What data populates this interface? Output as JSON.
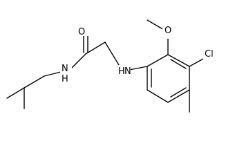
{
  "structure": {
    "atom_labels": {
      "carbonyl_oxygen": "O",
      "amide_nitrogen": "N",
      "amide_hydrogen": "H",
      "amine_nitrogen_hydrogen": "H",
      "amine_nitrogen": "N",
      "methoxy_oxygen": "O",
      "chlorine": "Cl"
    }
  }
}
